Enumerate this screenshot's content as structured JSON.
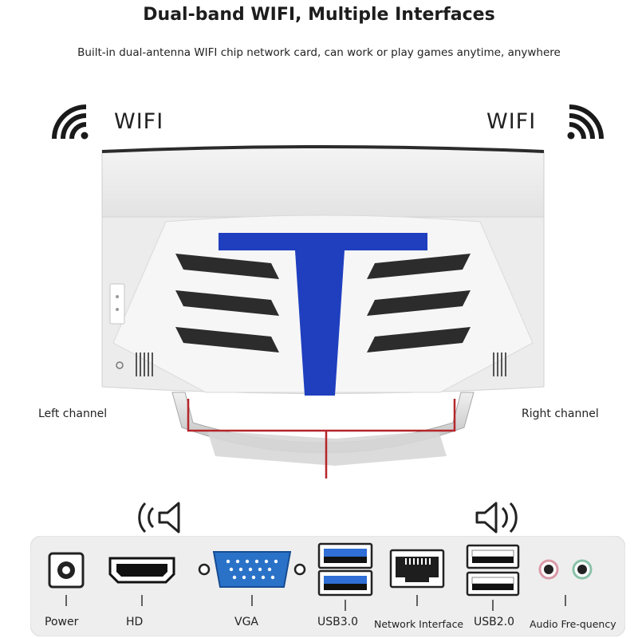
{
  "header": {
    "title": "Dual-band WIFI, Multiple Interfaces",
    "subtitle": "Built-in dual-antenna WIFI chip network card, can work or play games anytime, anywhere"
  },
  "wifi": {
    "left_label": "WIFI",
    "right_label": "WIFI"
  },
  "channels": {
    "left": "Left channel",
    "right": "Right channel"
  },
  "ports": [
    {
      "label": "Power"
    },
    {
      "label": "HD"
    },
    {
      "label": "VGA"
    },
    {
      "label": "USB3.0"
    },
    {
      "label": "Network Interface"
    },
    {
      "label": "USB2.0"
    },
    {
      "label": "Audio Fre-quency"
    }
  ],
  "colors": {
    "accent_blue": "#1f3fbf",
    "connector_red": "#b5262b",
    "vga_blue": "#2a72c8",
    "usb3_blue": "#2f6fd6",
    "panel_bg": "#eeeeee"
  },
  "icons": [
    "wifi-icon",
    "speaker-icon",
    "power-button-icon"
  ]
}
